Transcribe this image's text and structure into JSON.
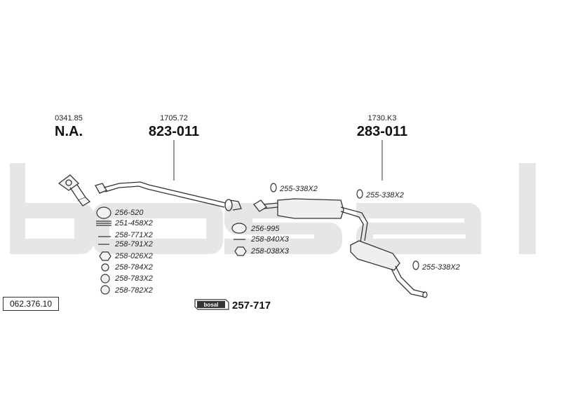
{
  "watermark": "bosal",
  "reference": "062.376.10",
  "groups": [
    {
      "oe": "0341.85",
      "number": "N.A."
    },
    {
      "oe": "1705.72",
      "number": "823-011"
    },
    {
      "oe": "1730.K3",
      "number": "283-011"
    }
  ],
  "left_parts": [
    "256-520",
    "251-458X2",
    "258-771X2",
    "258-791X2",
    "258-026X2",
    "258-784X2",
    "258-783X2",
    "258-782X2"
  ],
  "mid_parts": [
    "256-995",
    "258-840X3",
    "258-038X3"
  ],
  "clamps": [
    "255-338X2",
    "255-338X2",
    "255-338X2"
  ],
  "kit": {
    "logo": "bosal",
    "number": "257-717"
  },
  "colors": {
    "watermark": "#e6e6e6",
    "line": "#333333"
  }
}
